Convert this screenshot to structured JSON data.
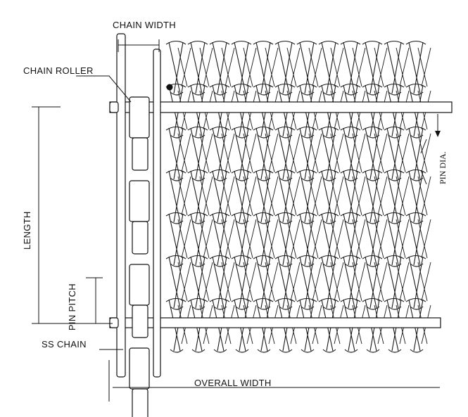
{
  "labels": {
    "chain_width": "CHAIN WIDTH",
    "chain_roller": "CHAIN ROLLER",
    "length": "LENGTH",
    "pin_pitch": "PIN PITCH",
    "ss_chain": "SS CHAIN",
    "overall_width": "OVERALL WIDTH",
    "pin_dia": "PIN DIA."
  },
  "mesh": {
    "columns": 12,
    "rows": 7
  },
  "chain": {
    "rollers": 4
  }
}
